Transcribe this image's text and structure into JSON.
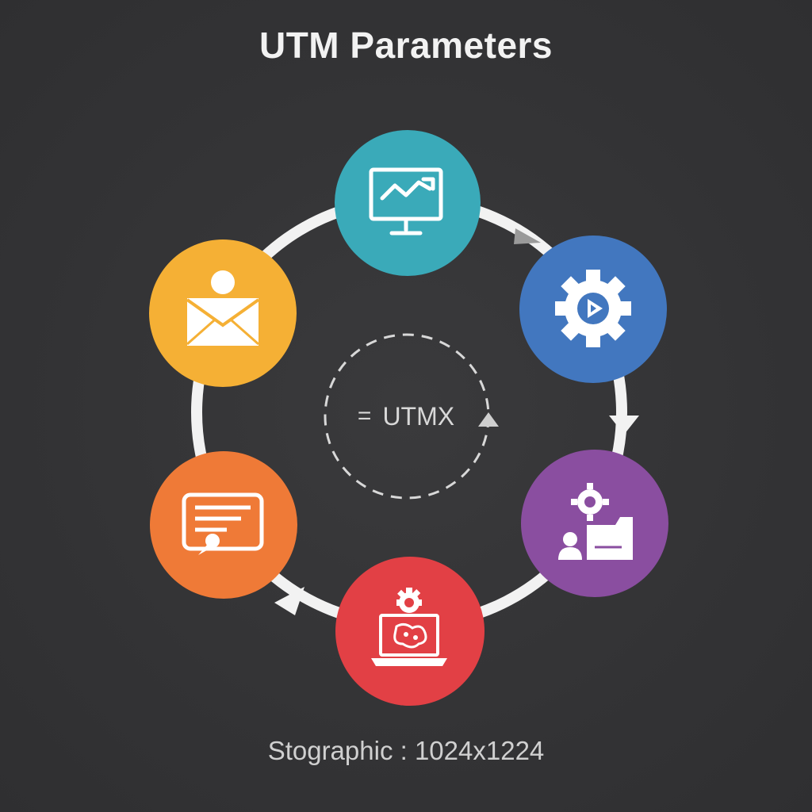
{
  "title": "UTM Parameters",
  "center": {
    "label": "UTMX"
  },
  "footer": {
    "text": "Stographic : 1024x1224"
  },
  "colors": {
    "background": "#343436",
    "ring": "#f2f2f2",
    "teal": "#3aaab9",
    "blue": "#4277bf",
    "purple": "#8a4ea0",
    "red": "#e24045",
    "orange": "#ef7a37",
    "yellow": "#f5b035"
  },
  "nodes": [
    {
      "name": "analytics-monitor",
      "icon": "monitor-chart-icon",
      "color": "#3aaab9"
    },
    {
      "name": "settings-play",
      "icon": "gear-play-icon",
      "color": "#4277bf"
    },
    {
      "name": "user-document-settings",
      "icon": "user-folder-gear-icon",
      "color": "#8a4ea0"
    },
    {
      "name": "laptop-settings",
      "icon": "laptop-gear-icon",
      "color": "#e24045"
    },
    {
      "name": "ad-banner",
      "icon": "banner-cursor-icon",
      "color": "#ef7a37"
    },
    {
      "name": "email-user",
      "icon": "envelope-user-icon",
      "color": "#f5b035"
    }
  ]
}
